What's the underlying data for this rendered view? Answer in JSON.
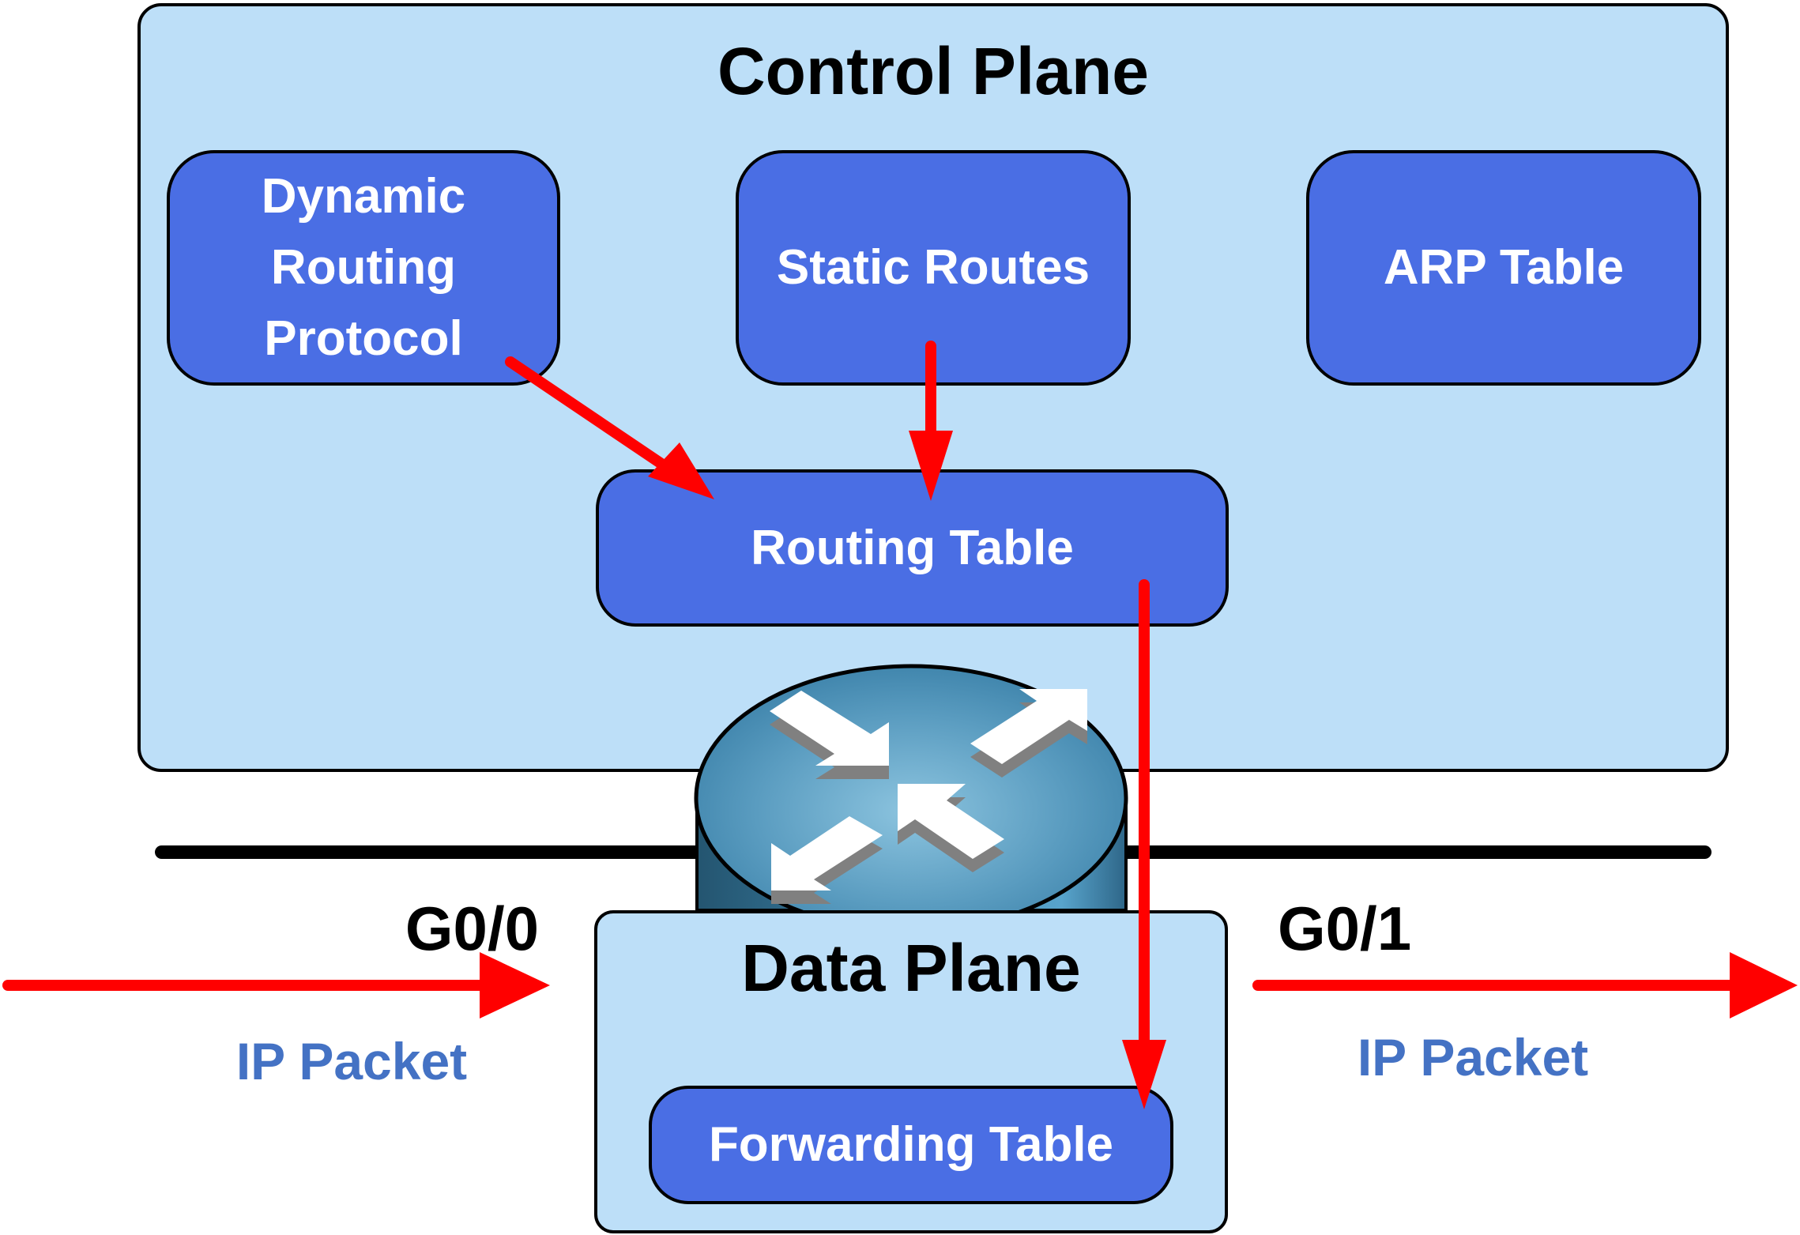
{
  "control_plane": {
    "title": "Control Plane",
    "boxes": {
      "dynamic": {
        "lines": [
          "Dynamic",
          "Routing",
          "Protocol"
        ]
      },
      "static": {
        "label": "Static Routes"
      },
      "arp": {
        "label": "ARP Table"
      },
      "routing_table": {
        "label": "Routing Table"
      }
    }
  },
  "data_plane": {
    "title": "Data Plane",
    "forwarding_table": {
      "label": "Forwarding Table"
    }
  },
  "router_icon": "router-icon",
  "interfaces": {
    "ingress": {
      "label": "G0/0",
      "packet_label": "IP Packet"
    },
    "egress": {
      "label": "G0/1",
      "packet_label": "IP Packet"
    }
  },
  "colors": {
    "plane_fill": "#bddff8",
    "box_fill": "#4a6ee4",
    "arrow": "#ff0000",
    "packet_text": "#4472c4"
  },
  "flows": [
    {
      "from": "Dynamic Routing Protocol",
      "to": "Routing Table"
    },
    {
      "from": "Static Routes",
      "to": "Routing Table"
    },
    {
      "from": "Routing Table",
      "to": "Forwarding Table"
    },
    {
      "from": "G0/0",
      "to": "Data Plane",
      "label": "IP Packet"
    },
    {
      "from": "Data Plane",
      "to": "G0/1",
      "label": "IP Packet"
    }
  ]
}
